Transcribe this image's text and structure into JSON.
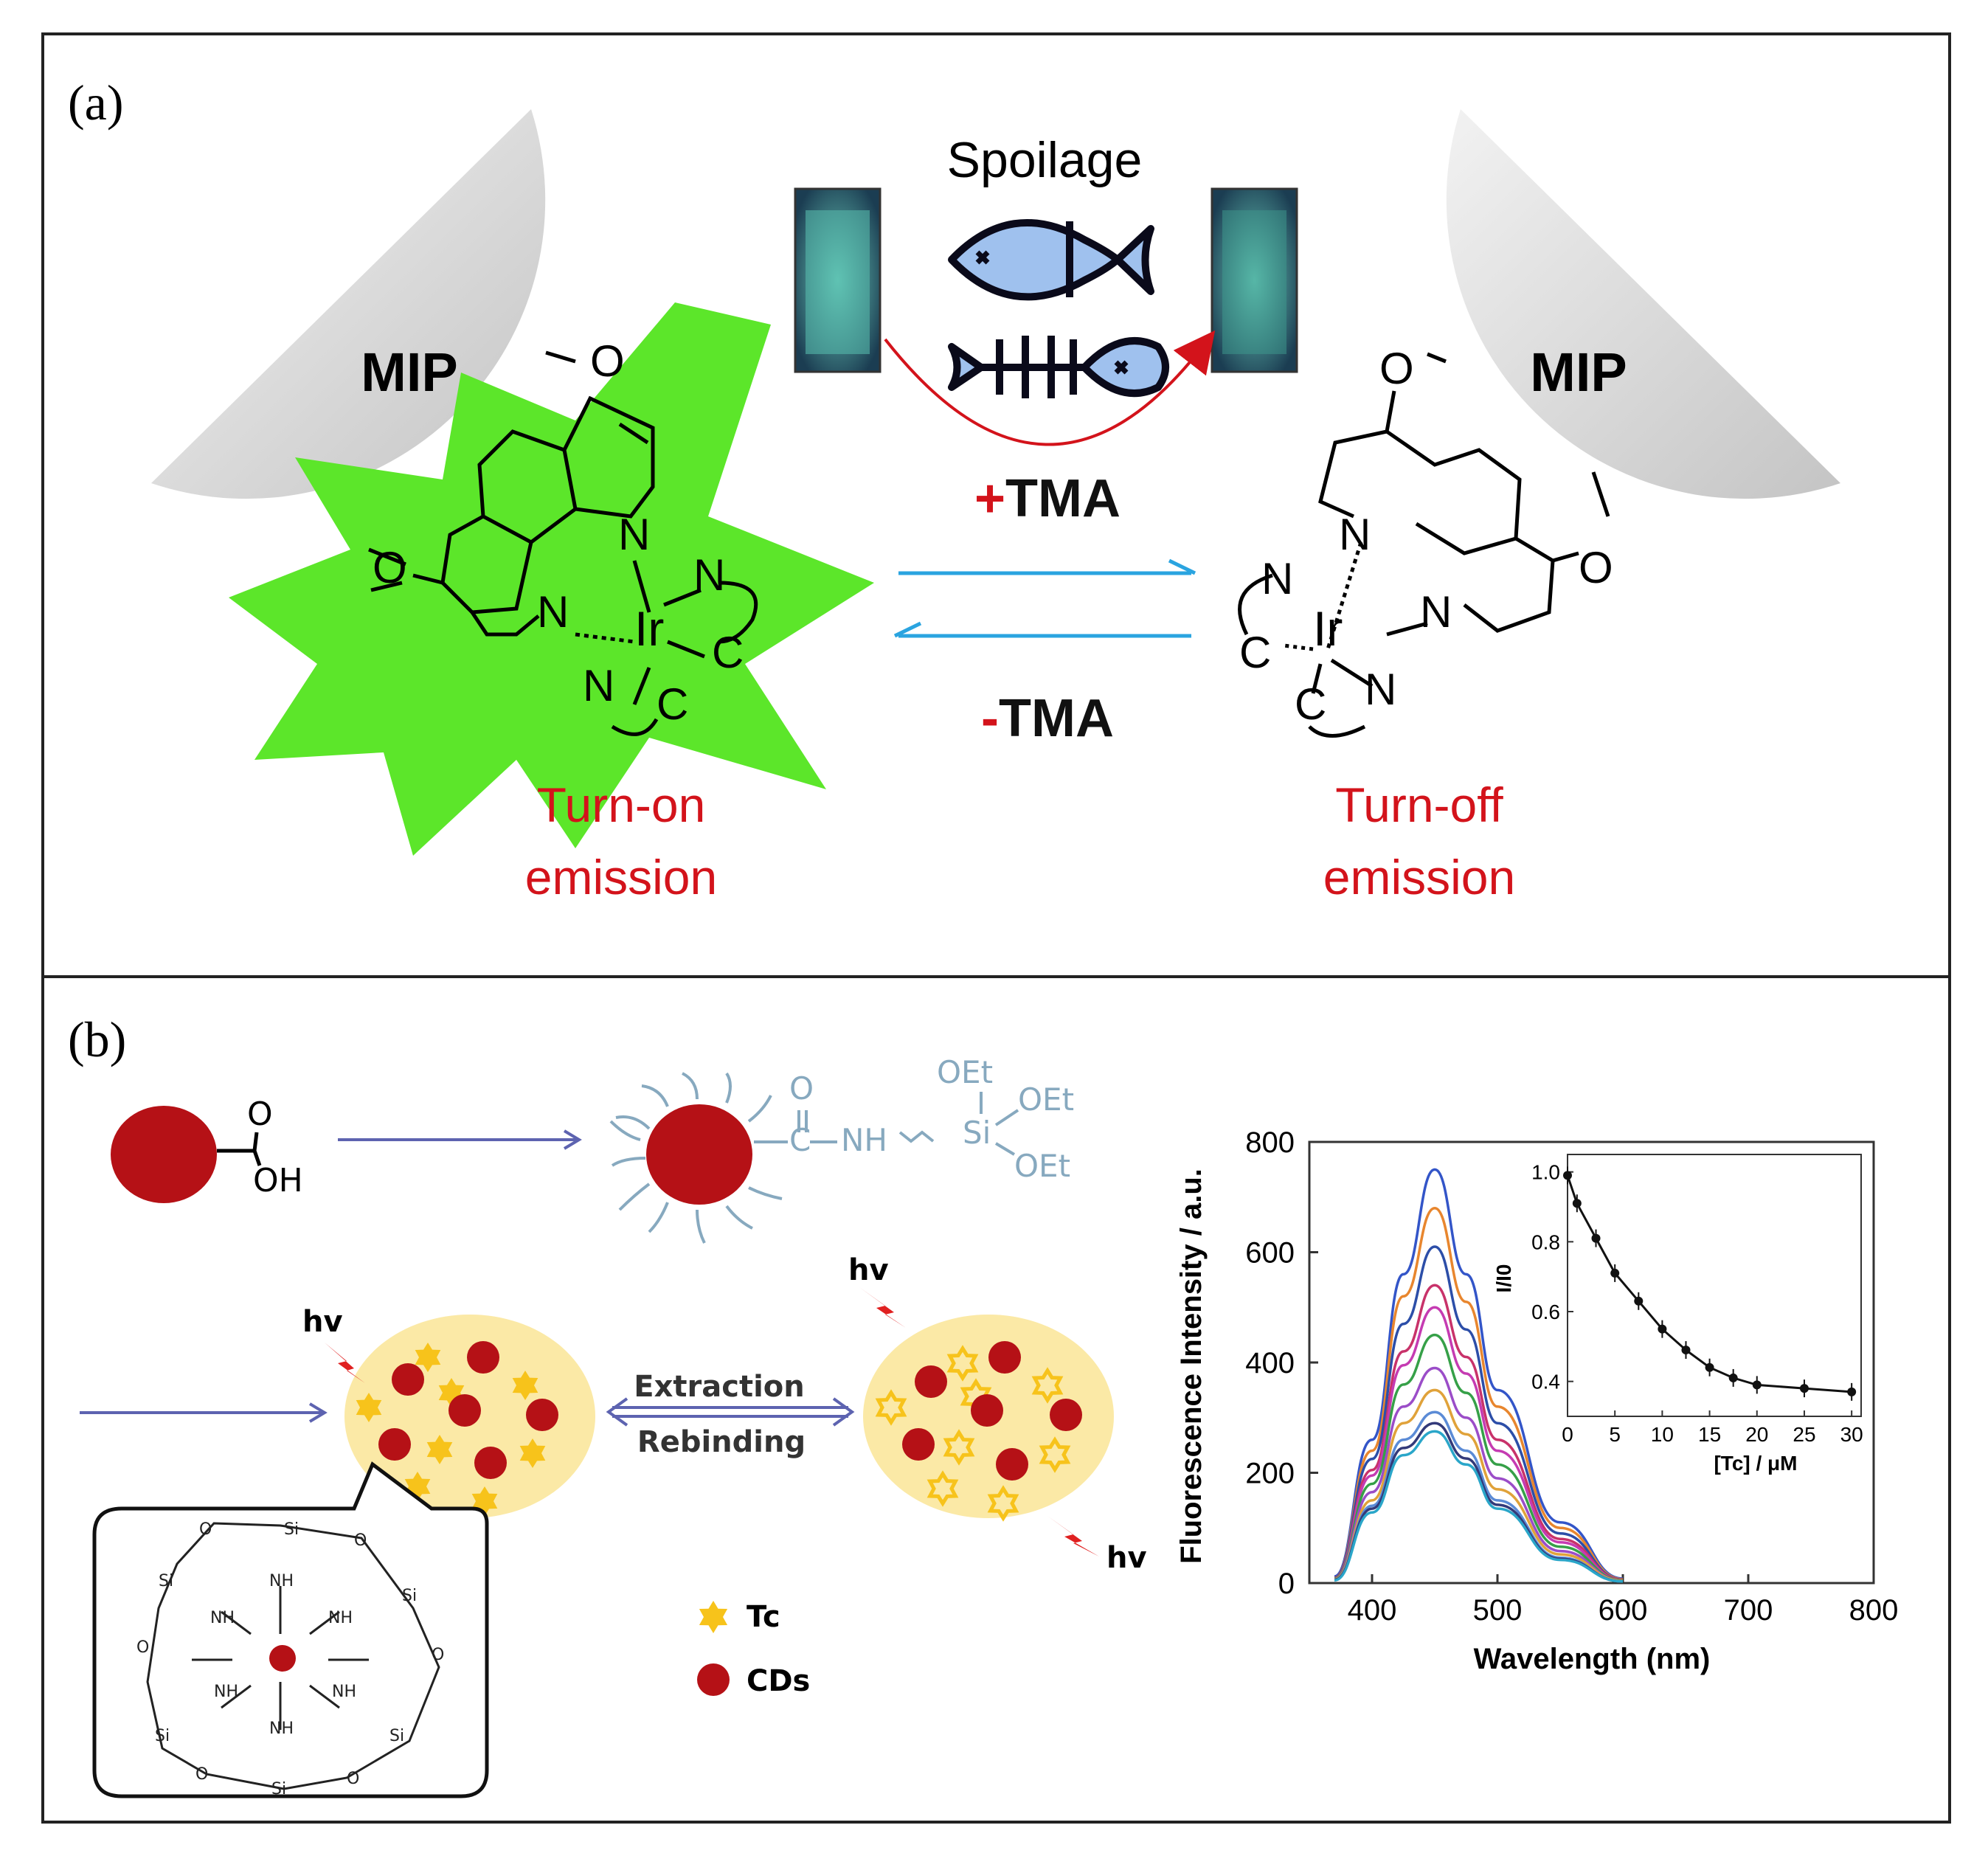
{
  "panel_a": {
    "label": "(a)",
    "mip_left": "MIP",
    "mip_right": "MIP",
    "spoilage": "Spoilage",
    "plus_tma": "+TMA",
    "minus_tma": "-TMA",
    "turn_on_line1": "Turn-on",
    "turn_on_line2": "emission",
    "turn_off_line1": "Turn-off",
    "turn_off_line2": "emission",
    "atoms": {
      "O": "O",
      "N": "N",
      "Ir": "Ir",
      "C": "C"
    },
    "colors": {
      "emission_star": "#5ce62a",
      "label_red": "#d3131b",
      "arrow_blue": "#2aa4e0",
      "mip_gray": "#d6d6d6",
      "fish_blue": "#9fc1ee"
    }
  },
  "panel_b": {
    "label": "(b)",
    "cooh_o": "O",
    "cooh_oh": "OH",
    "silane_o": "O",
    "silane_c": "C",
    "silane_nh": "NH",
    "silane_si": "Si",
    "oet": "OEt",
    "hv": "hv",
    "extraction": "Extraction",
    "rebinding": "Rebinding",
    "legend": [
      {
        "name": "Tc",
        "color": "#f7c31b"
      },
      {
        "name": "CDs",
        "color": "#b51116"
      }
    ],
    "inset_atoms": {
      "si": "Si",
      "o": "O",
      "nh": "NH"
    },
    "colors": {
      "cd_red": "#b51116",
      "silane_blue": "#87a9bf",
      "particle_yellow": "#fbe9a6",
      "arrow_purple": "#5d63b0"
    }
  },
  "chart_data": [
    {
      "type": "line",
      "xlabel": "Wavelength (nm)",
      "ylabel": "Fluorescence Intensity / a.u.",
      "xlim": [
        350,
        800
      ],
      "ylim": [
        0,
        800
      ],
      "xticks": [
        400,
        500,
        600,
        700,
        800
      ],
      "yticks": [
        0,
        200,
        400,
        600,
        800
      ],
      "peak_wavelength": 450,
      "series": [
        {
          "color": "#3355c8",
          "values": [
            [
              370,
              12
            ],
            [
              400,
              260
            ],
            [
              425,
              560
            ],
            [
              450,
              750
            ],
            [
              475,
              560
            ],
            [
              500,
              350
            ],
            [
              550,
              110
            ],
            [
              600,
              8
            ]
          ]
        },
        {
          "color": "#e8862e",
          "values": [
            [
              370,
              10
            ],
            [
              400,
              240
            ],
            [
              425,
              520
            ],
            [
              450,
              680
            ],
            [
              475,
              510
            ],
            [
              500,
              320
            ],
            [
              550,
              100
            ],
            [
              600,
              7
            ]
          ]
        },
        {
          "color": "#2c4ea8",
          "values": [
            [
              370,
              10
            ],
            [
              400,
              225
            ],
            [
              425,
              470
            ],
            [
              450,
              610
            ],
            [
              475,
              460
            ],
            [
              500,
              290
            ],
            [
              550,
              90
            ],
            [
              600,
              6
            ]
          ]
        },
        {
          "color": "#c8326a",
          "values": [
            [
              370,
              9
            ],
            [
              400,
              205
            ],
            [
              425,
              420
            ],
            [
              450,
              540
            ],
            [
              475,
              410
            ],
            [
              500,
              260
            ],
            [
              550,
              80
            ],
            [
              600,
              6
            ]
          ]
        },
        {
          "color": "#c53bb2",
          "values": [
            [
              370,
              8
            ],
            [
              400,
              195
            ],
            [
              425,
              395
            ],
            [
              450,
              500
            ],
            [
              475,
              380
            ],
            [
              500,
              240
            ],
            [
              550,
              74
            ],
            [
              600,
              5
            ]
          ]
        },
        {
          "color": "#36a048",
          "values": [
            [
              370,
              8
            ],
            [
              400,
              180
            ],
            [
              425,
              360
            ],
            [
              450,
              450
            ],
            [
              475,
              345
            ],
            [
              500,
              215
            ],
            [
              550,
              66
            ],
            [
              600,
              5
            ]
          ]
        },
        {
          "color": "#9b4dc8",
          "values": [
            [
              370,
              7
            ],
            [
              400,
              165
            ],
            [
              425,
              320
            ],
            [
              450,
              390
            ],
            [
              475,
              300
            ],
            [
              500,
              190
            ],
            [
              550,
              58
            ],
            [
              600,
              4
            ]
          ]
        },
        {
          "color": "#e0a23a",
          "values": [
            [
              370,
              7
            ],
            [
              400,
              150
            ],
            [
              425,
              290
            ],
            [
              450,
              350
            ],
            [
              475,
              270
            ],
            [
              500,
              170
            ],
            [
              550,
              52
            ],
            [
              600,
              4
            ]
          ]
        },
        {
          "color": "#5b8bd6",
          "values": [
            [
              370,
              6
            ],
            [
              400,
              140
            ],
            [
              425,
              260
            ],
            [
              450,
              310
            ],
            [
              475,
              240
            ],
            [
              500,
              150
            ],
            [
              550,
              46
            ],
            [
              600,
              3
            ]
          ]
        },
        {
          "color": "#333a7a",
          "values": [
            [
              370,
              6
            ],
            [
              400,
              135
            ],
            [
              425,
              245
            ],
            [
              450,
              290
            ],
            [
              475,
              226
            ],
            [
              500,
              142
            ],
            [
              550,
              44
            ],
            [
              600,
              3
            ]
          ]
        },
        {
          "color": "#2aa6c9",
          "values": [
            [
              370,
              5
            ],
            [
              400,
              128
            ],
            [
              425,
              232
            ],
            [
              450,
              275
            ],
            [
              475,
              215
            ],
            [
              500,
              135
            ],
            [
              550,
              42
            ],
            [
              600,
              3
            ]
          ]
        }
      ]
    },
    {
      "type": "scatter",
      "xlabel": "[Tc] / μM",
      "ylabel": "I/I0",
      "xlim": [
        0,
        31
      ],
      "ylim": [
        0.3,
        1.05
      ],
      "xticks": [
        0,
        5,
        10,
        15,
        20,
        25,
        30
      ],
      "yticks": [
        0.4,
        0.6,
        0.8,
        1.0
      ],
      "x": [
        0,
        1,
        3,
        5,
        7.5,
        10,
        12.5,
        15,
        17.5,
        20,
        25,
        30
      ],
      "y": [
        0.99,
        0.91,
        0.81,
        0.71,
        0.63,
        0.55,
        0.49,
        0.44,
        0.41,
        0.39,
        0.38,
        0.37
      ]
    }
  ]
}
